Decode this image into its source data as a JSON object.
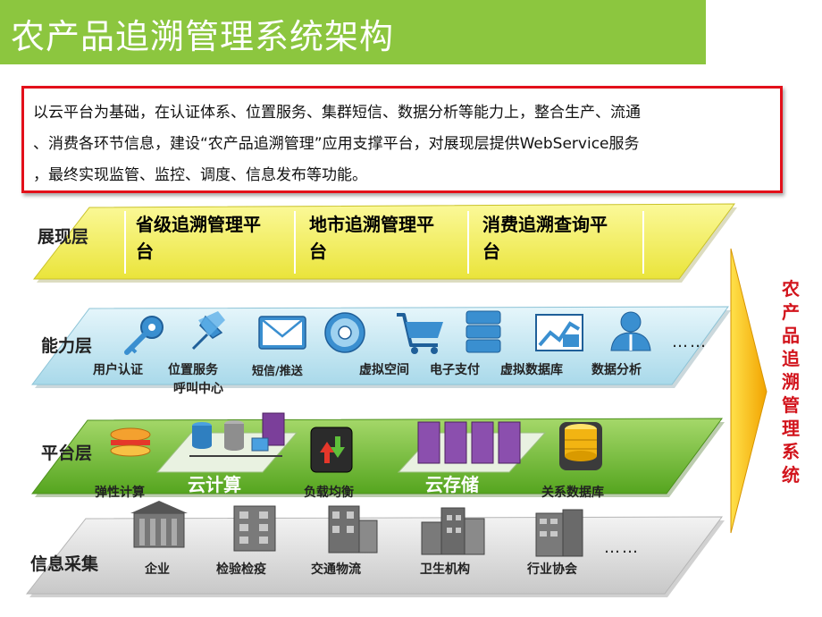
{
  "title": "农产品追溯管理系统架构",
  "intro": {
    "line1": "以云平台为基础，在认证体系、位置服务、集群短信、数据分析等能力上，整合生产、流通",
    "line2": "、消费各环节信息，建设“农产品追溯管理”应用支撑平台，对展现层提供WebService服务",
    "line3": "，最终实现监管、监控、调度、信息发布等功能。"
  },
  "layers": {
    "presentation": {
      "label": "展现层",
      "cards": [
        {
          "line1": "省级追溯管理平",
          "line2": "台"
        },
        {
          "line1": "地市追溯管理平",
          "line2": "台"
        },
        {
          "line1": "消费追溯查询平",
          "line2": "台"
        }
      ]
    },
    "capability": {
      "label": "能力层",
      "items": [
        {
          "label": "用户认证",
          "icon": "key-icon"
        },
        {
          "label": "位置服务",
          "sub": "呼叫中心",
          "icon": "pushpin-icon"
        },
        {
          "label": "短信/推送",
          "icon": "envelope-icon"
        },
        {
          "label": "虚拟空间",
          "icon": "disc-icon"
        },
        {
          "label": "电子支付",
          "icon": "shopping-cart-icon"
        },
        {
          "label": "虚拟数据库",
          "icon": "database-stack-icon"
        },
        {
          "label": "数据分析",
          "icon": "chart-icon"
        },
        {
          "icon": "user-icon"
        }
      ],
      "more": "……"
    },
    "platform": {
      "label": "平台层",
      "items": [
        {
          "label": "弹性计算",
          "icon": "burger-icon"
        },
        {
          "label": "云计算",
          "icon": "server-network-icon"
        },
        {
          "label": "负载均衡",
          "icon": "load-balance-icon"
        },
        {
          "label": "云存储",
          "icon": "storage-rack-icon"
        },
        {
          "label": "关系数据库",
          "icon": "database-icon"
        }
      ]
    },
    "info": {
      "label": "信息采集",
      "items": [
        {
          "label": "企业",
          "icon": "building-icon"
        },
        {
          "label": "检验检疫",
          "icon": "building-icon"
        },
        {
          "label": "交通物流",
          "icon": "building-icon"
        },
        {
          "label": "卫生机构",
          "icon": "building-icon"
        },
        {
          "label": "行业协会",
          "icon": "building-icon"
        }
      ],
      "more": "……"
    }
  },
  "side_title": "农产品追溯管理系统",
  "colors": {
    "title_bar": "#8cc63f",
    "intro_border": "#e3101a",
    "presentation": "#f6f26a",
    "capability": "#c9e9f3",
    "platform": "#7dc242",
    "info": "#e1e1e1",
    "arrow": "#f7b500",
    "side_title": "#d2141c"
  }
}
